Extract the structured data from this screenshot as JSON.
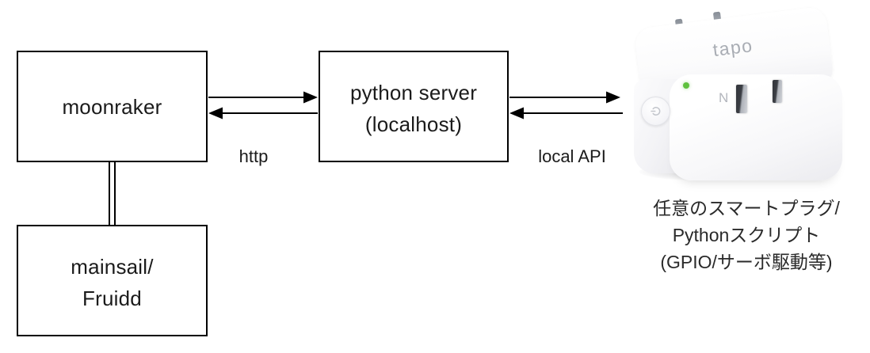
{
  "diagram": {
    "moonraker": {
      "label": "moonraker"
    },
    "python_server": {
      "line1": "python server",
      "line2": "(localhost)"
    },
    "mainsail": {
      "line1": "mainsail/",
      "line2": "Fruidd"
    },
    "edge_http": {
      "label": "http"
    },
    "edge_local_api": {
      "label": "local API"
    }
  },
  "plug": {
    "brand_logo": "tapo",
    "neutral_mark": "N"
  },
  "caption": {
    "line1": "任意のスマートプラグ/",
    "line2": "Pythonスクリプト",
    "line3": "(GPIO/サーボ駆動等)"
  },
  "colors": {
    "background": "#ffffff",
    "line": "#000000",
    "text": "#1b1b1b",
    "led_green": "#5fc13e",
    "logo_gray": "#a9adb4"
  }
}
